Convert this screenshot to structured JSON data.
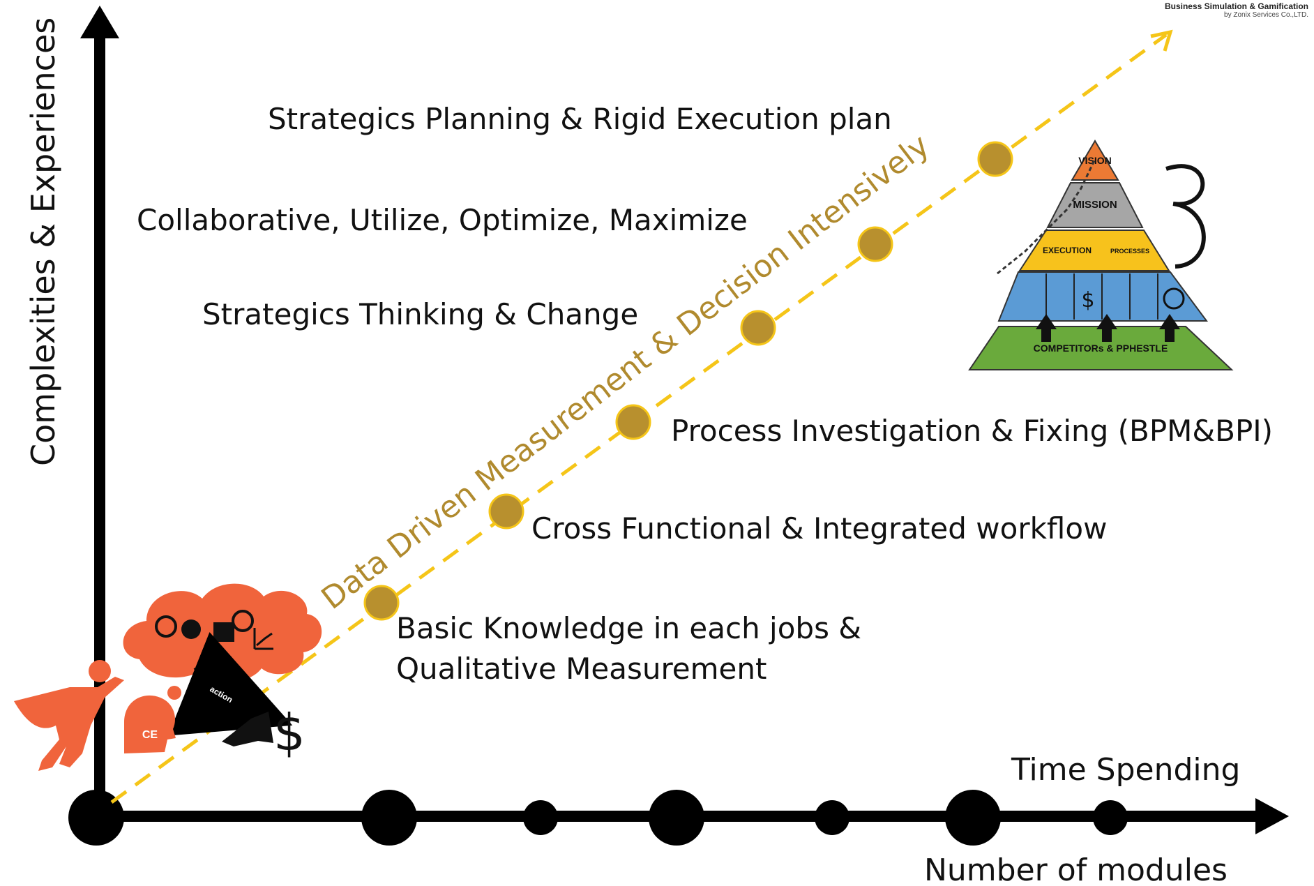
{
  "branding": {
    "line1": "Business Simulation & Gamification",
    "line2": "by Zonix Services Co.,LTD."
  },
  "axes": {
    "y_label": "Complexities & Experiences",
    "x_label_top": "Time Spending",
    "x_label_bottom": "Number of modules"
  },
  "trend_label": "Data Driven Measurement & Decision Intensively",
  "stages": [
    "Basic Knowledge in each jobs &",
    "Qualitative Measurement",
    "Cross Functional & Integrated workflow",
    "Process Investigation & Fixing (BPM&BPI)",
    "Strategics Thinking & Change",
    "Collaborative, Utilize, Optimize, Maximize",
    "Strategics Planning & Rigid Execution plan"
  ],
  "pyramid": {
    "vision": "VISION",
    "mission": "MISSION",
    "execution": "EXECUTION",
    "processes": "PROCESSES",
    "base": "COMPETITORs & PPHESTLE"
  },
  "hero": {
    "head_label": "CE",
    "arrow_label": "action",
    "currency": "$"
  },
  "colors": {
    "axis": "#000000",
    "trend_line": "#f5c518",
    "milestone": "#b8902e",
    "trend_text": "#b08a2e",
    "hero_orange": "#f0643c",
    "pyr_vision": "#ec7a34",
    "pyr_mission": "#a6a6a6",
    "pyr_execution": "#f7c21c",
    "pyr_functions": "#5b9bd5",
    "pyr_base": "#6aaa3c"
  }
}
